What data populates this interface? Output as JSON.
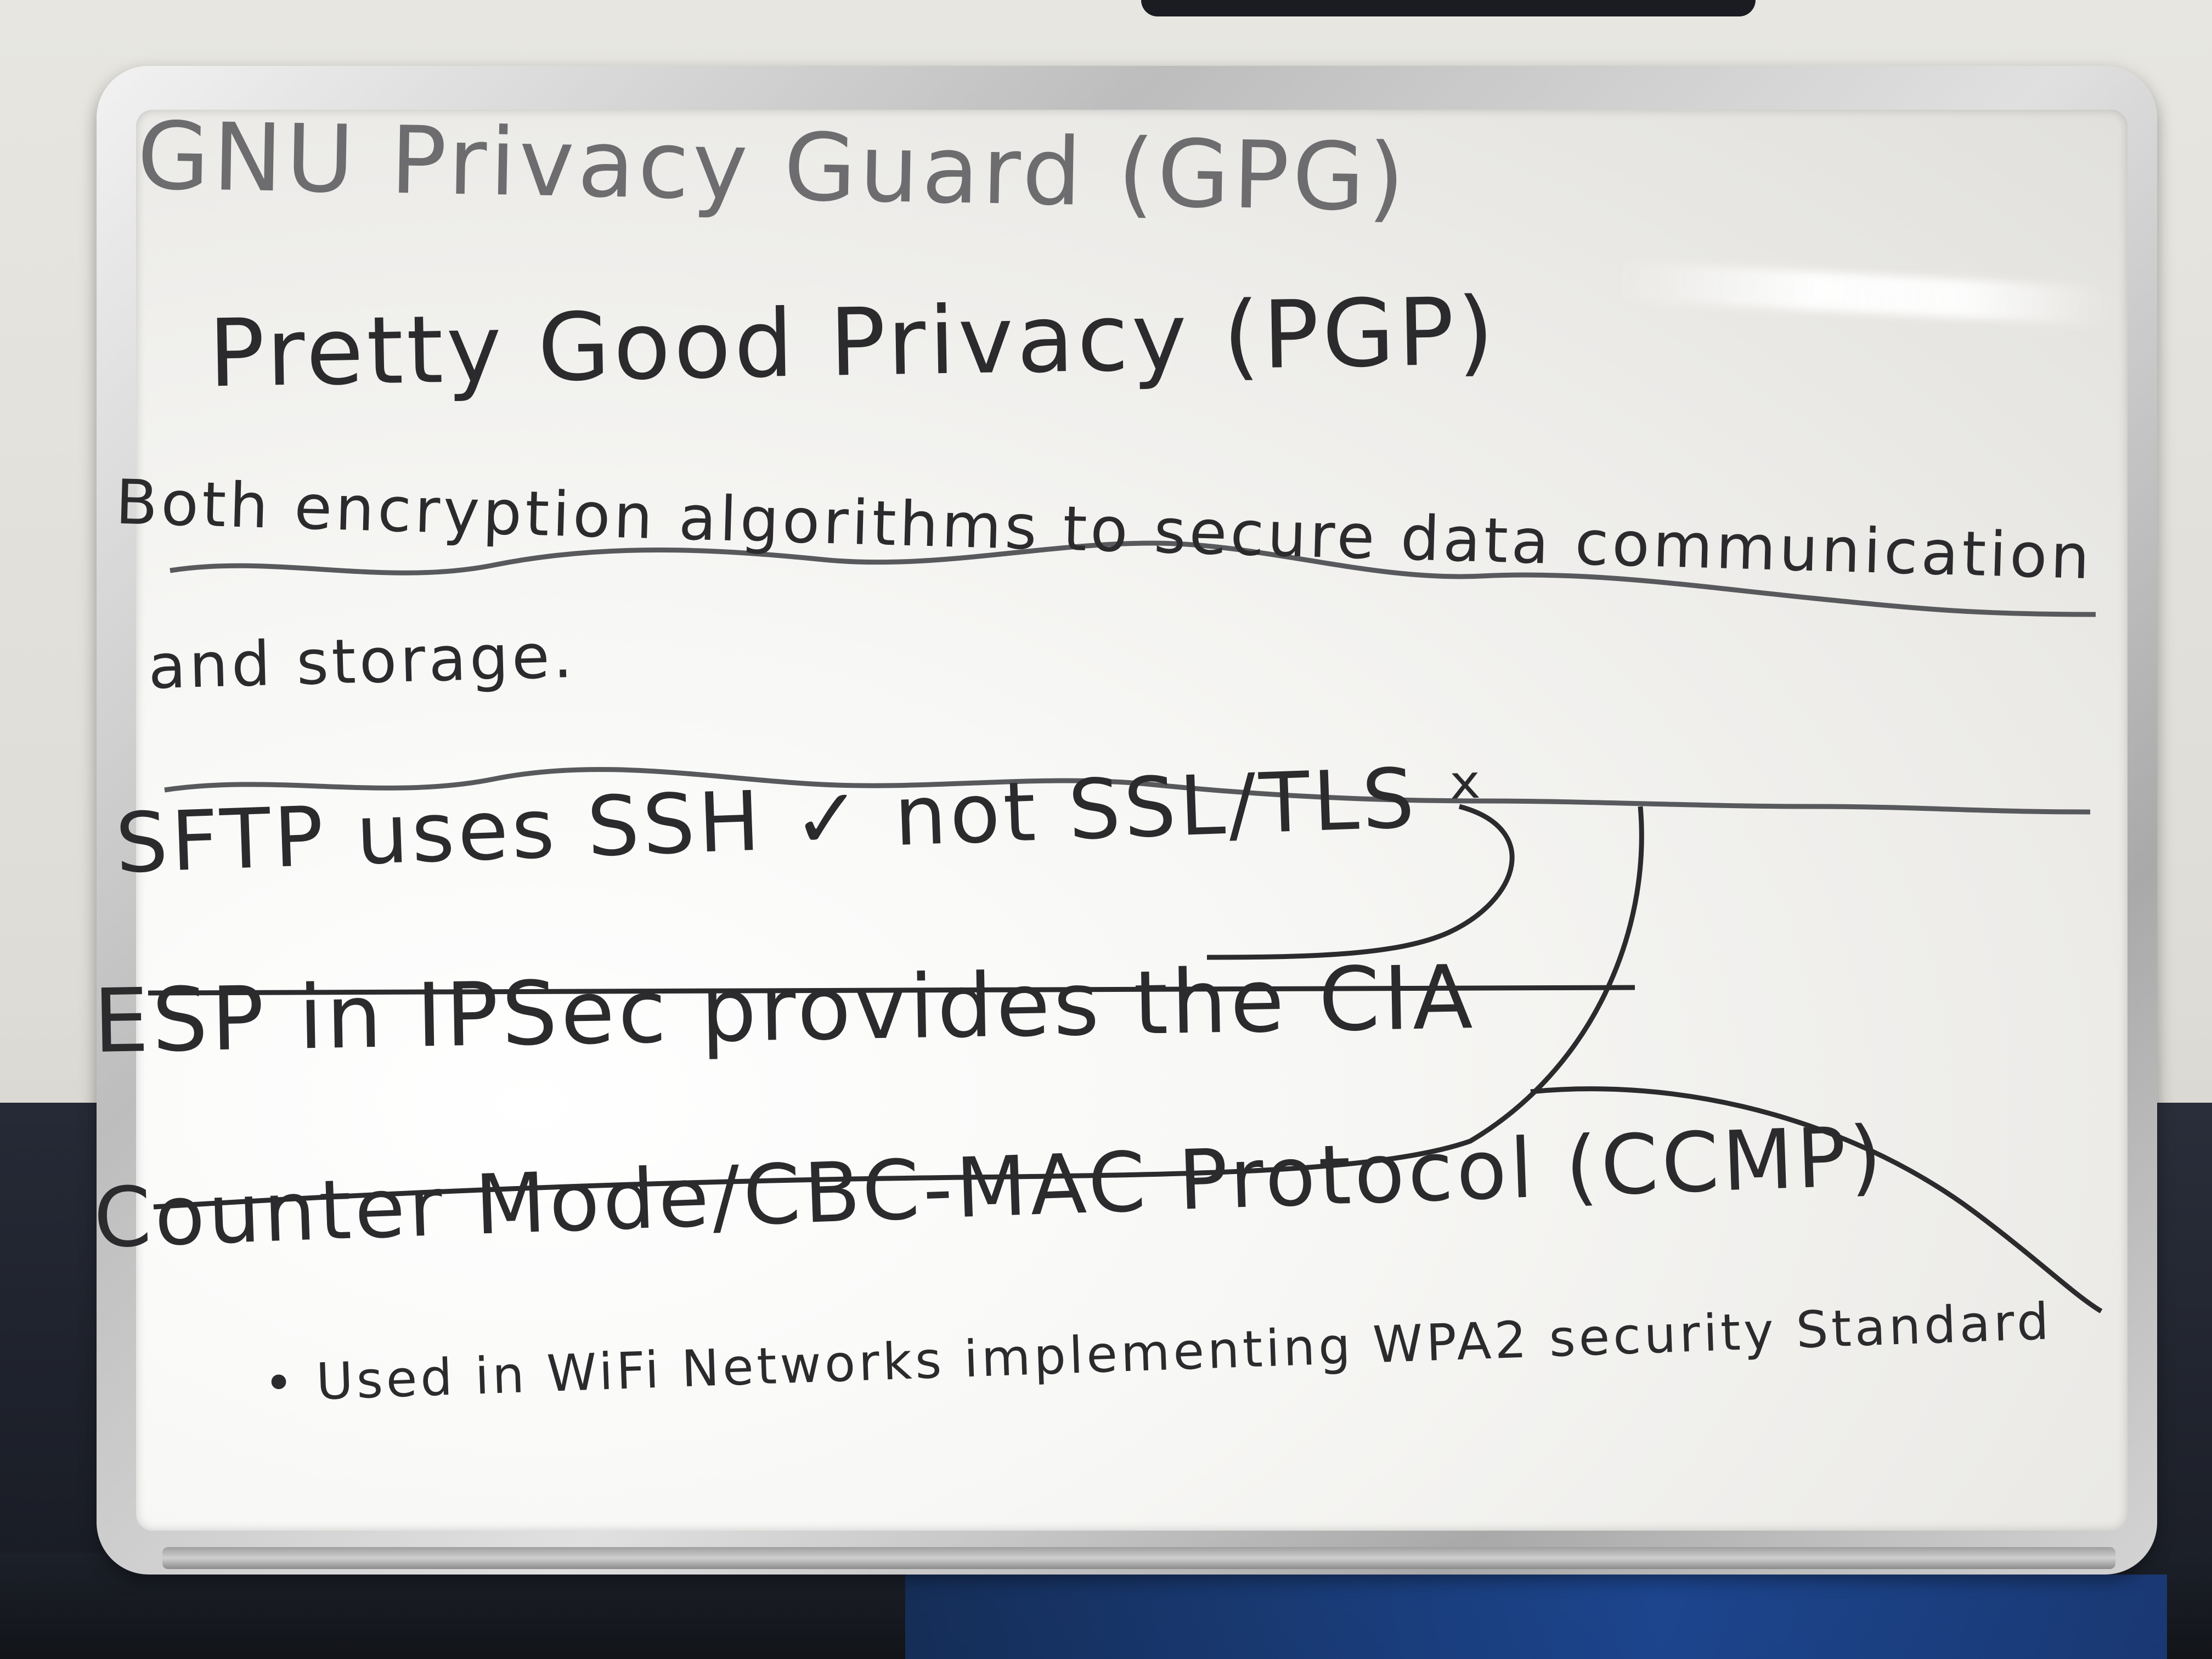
{
  "whiteboard": {
    "lines": [
      {
        "id": "gpg",
        "text": "GNU Privacy Guard (GPG)",
        "ink": "gray"
      },
      {
        "id": "pgp",
        "text": "Pretty Good Privacy (PGP)",
        "ink": "dark"
      },
      {
        "id": "both",
        "text": "Both encryption algorithms to secure data communication",
        "ink": "dark"
      },
      {
        "id": "storage",
        "text": "and storage.",
        "ink": "dark"
      },
      {
        "id": "sftp",
        "text": "SFTP uses SSH ✓ not SSL/TLS ˣ",
        "ink": "dark"
      },
      {
        "id": "esp",
        "text": "ESP in IPSec provides the CIA",
        "ink": "dark"
      },
      {
        "id": "ccmp",
        "text": "Counter Mode/CBC-MAC Protocol (CCMP)",
        "ink": "dark"
      },
      {
        "id": "used",
        "text": "• Used in WiFi Networks implementing WPA2 security Standard",
        "ink": "dark"
      }
    ]
  },
  "colors": {
    "ink_dark": "#2b2b2d",
    "ink_gray": "#6d6d70",
    "board_white": "#f7f7f5",
    "frame_silver": "#bdbdbd"
  }
}
